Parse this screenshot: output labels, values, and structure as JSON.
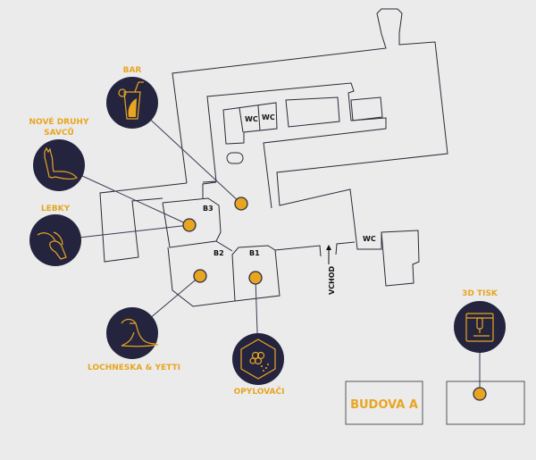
{
  "map": {
    "rooms": {
      "b1": "B1",
      "b2": "B2",
      "b3": "B3",
      "wc1": "WC",
      "wc2": "WC",
      "wc3": "WC"
    },
    "entrance": "VCHOD",
    "buildings": {
      "a": "BUDOVA A"
    },
    "pois": [
      {
        "label": "BAR",
        "icon": "drink-icon"
      },
      {
        "label_line1": "NOVÉ DRUHY",
        "label_line2": "SAVCŮ",
        "icon": "mammal-icon"
      },
      {
        "label": "LEBKY",
        "icon": "skull-icon"
      },
      {
        "label": "LOCHNESKA & YETTI",
        "icon": "dinosaur-icon"
      },
      {
        "label": "OPYLOVAČI",
        "icon": "pollinator-icon"
      },
      {
        "label": "3D TISK",
        "icon": "3d-printer-icon"
      }
    ]
  },
  "colors": {
    "accent": "#e8a520",
    "badge": "#24243f",
    "background": "#ebebeb"
  }
}
